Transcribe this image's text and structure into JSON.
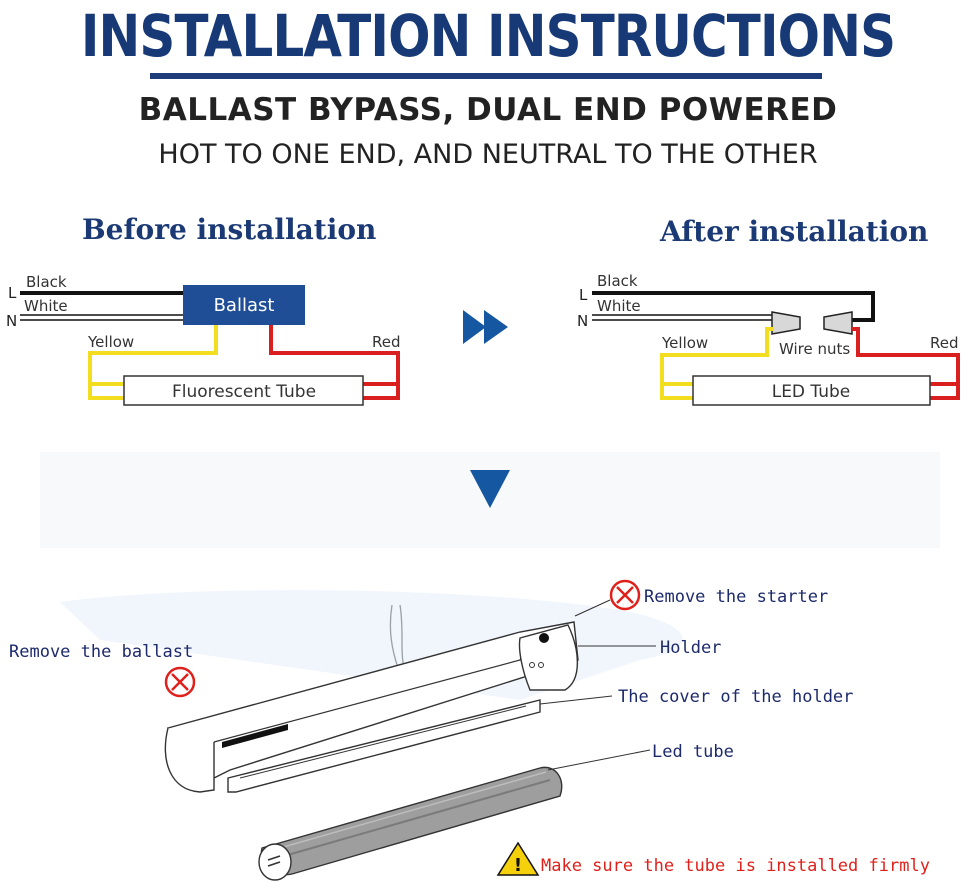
{
  "header": {
    "title": "INSTALLATION INSTRUCTIONS",
    "subtitle": "BALLAST BYPASS, DUAL END POWERED",
    "subtitle2": "HOT TO ONE END, AND NEUTRAL TO THE OTHER"
  },
  "before": {
    "heading": "Before installation",
    "L": "L",
    "N": "N",
    "black": "Black",
    "white": "White",
    "ballast": "Ballast",
    "yellow": "Yellow",
    "red": "Red",
    "tube": "Fluorescent Tube"
  },
  "after": {
    "heading": "After installation",
    "L": "L",
    "N": "N",
    "black": "Black",
    "white": "White",
    "yellow": "Yellow",
    "wire_nuts": "Wire nuts",
    "red": "Red",
    "tube": "LED Tube"
  },
  "fixture": {
    "remove_ballast": "Remove the ballast",
    "remove_starter": "Remove the starter",
    "holder": "Holder",
    "cover": "The cover of the holder",
    "led_tube": "Led tube",
    "warning": "Make sure the tube is installed firmly"
  },
  "colors": {
    "title_blue": "#173a77",
    "arrow_blue": "#1557a0",
    "ballast_blue": "#1f4e96",
    "wire_yellow": "#f3dd1f",
    "wire_red": "#d9201f",
    "label_navy": "#1d2a6b",
    "warning_red": "#e0201a"
  }
}
